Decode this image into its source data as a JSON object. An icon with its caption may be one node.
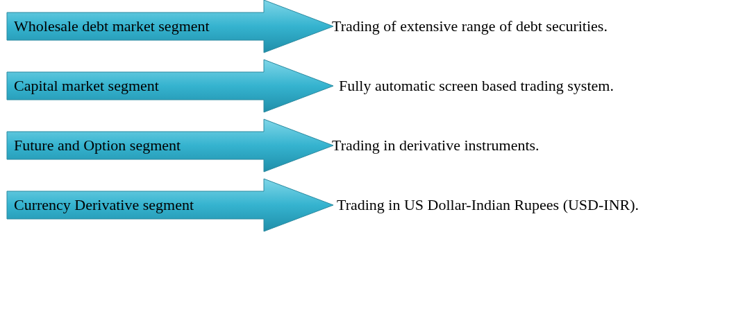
{
  "diagram": {
    "nodes": [
      {
        "text": [
          "Wholesale debt market segment"
        ],
        "beside": [
          "Trading of extensive range of debt securities."
        ]
      },
      {
        "text": [
          "Capital market segment"
        ],
        "beside": [
          "Fully automatic screen based trading system."
        ]
      },
      {
        "text": [
          "Future and Option segment"
        ],
        "beside": [
          "Trading in derivative instruments."
        ]
      },
      {
        "text": [
          "Currency Derivative segment"
        ],
        "beside": [
          "Trading in US Dollar-Indian Rupees (USD-INR)."
        ]
      }
    ]
  }
}
